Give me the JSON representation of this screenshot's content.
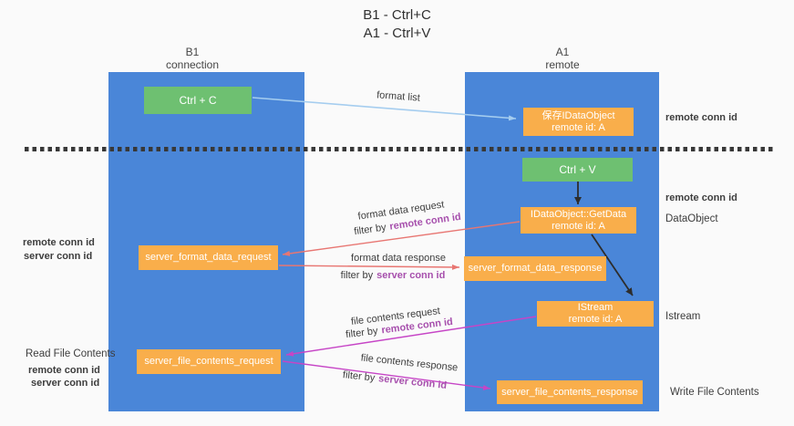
{
  "title": {
    "line1": "B1 - Ctrl+C",
    "line2": "A1 - Ctrl+V"
  },
  "columns": {
    "left": {
      "title": "B1",
      "subtitle": "connection"
    },
    "right": {
      "title": "A1",
      "subtitle": "remote"
    }
  },
  "nodes": {
    "ctrl_c": "Ctrl + C",
    "ctrl_v": "Ctrl + V",
    "save_idataobject": {
      "line1": "保存IDataObject",
      "line2": "remote id: A"
    },
    "getdata": {
      "line1": "IDataObject::GetData",
      "line2": "remote id: A"
    },
    "istream": {
      "line1": "IStream",
      "line2": "remote id: A"
    },
    "format_request": "server_format_data_request",
    "format_response": "server_format_data_response",
    "file_request": "server_file_contents_request",
    "file_response": "server_file_contents_response"
  },
  "arrow_labels": {
    "format_list": "format list",
    "format_data_request": "format data request",
    "format_data_response": "format data response",
    "file_contents_request": "file contents request",
    "file_contents_response": "file contents response",
    "filter_by": "filter by",
    "remote_conn_id": "remote conn id",
    "server_conn_id": "server conn id"
  },
  "side_labels": {
    "remote_conn_id": "remote conn id",
    "server_conn_id": "server conn id",
    "dataobject": "DataObject",
    "istream": "Istream",
    "read_file_contents": "Read File Contents",
    "write_file_contents": "Write File Contents"
  },
  "colors": {
    "bg": "#fafafa",
    "lane_blue": "#4a86d8",
    "node_green": "#6ec071",
    "node_orange": "#f9ae4b",
    "arrow_blue": "#a5cdef",
    "arrow_red": "#e87672",
    "arrow_magenta": "#c645c6",
    "text_purple": "#a750ad",
    "text_green": "#63bb67",
    "text_dark": "#3a3a3a",
    "dash_color": "#383838"
  }
}
